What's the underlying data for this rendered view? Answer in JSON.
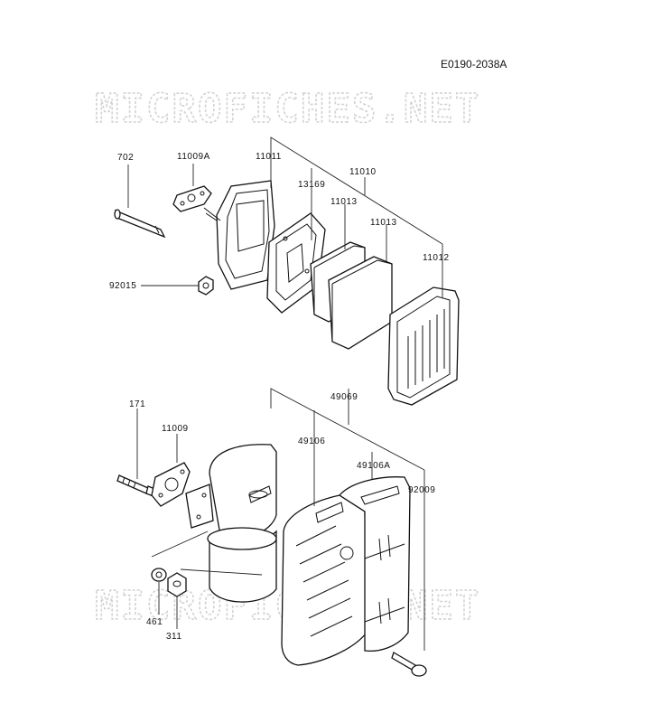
{
  "diagram_code": "E0190-2038A",
  "watermark": "MICROFICHES.NET",
  "upper_assembly": {
    "labels": {
      "pipe": "702",
      "gasket_top": "11009A",
      "case": "11011",
      "air_filter": "11010",
      "plate": "13169",
      "element_1": "11013",
      "element_2": "11013",
      "cover": "11012",
      "nut": "92015"
    }
  },
  "lower_assembly": {
    "labels": {
      "stud": "171",
      "gasket_bottom": "11009",
      "muffler_assy": "49069",
      "muffler_cover": "49106",
      "muffler_cover_a": "49106A",
      "bolt": "92009",
      "washer": "461",
      "nut_bottom": "311"
    }
  }
}
